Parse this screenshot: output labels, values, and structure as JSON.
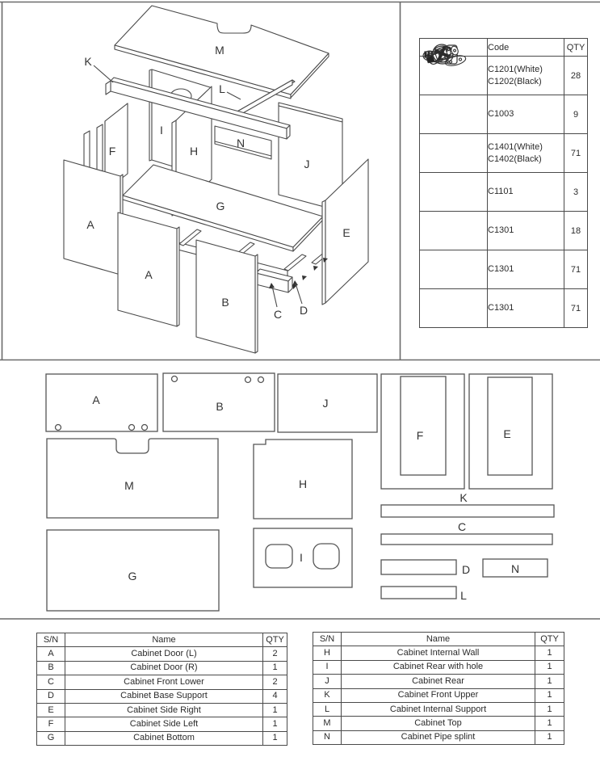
{
  "colors": {
    "line": "#4a4a4a",
    "text": "#333333",
    "background": "#ffffff"
  },
  "exploded": {
    "labels": [
      {
        "text": "M"
      },
      {
        "text": "K"
      },
      {
        "text": "L"
      },
      {
        "text": "I"
      },
      {
        "text": "F"
      },
      {
        "text": "H"
      },
      {
        "text": "N"
      },
      {
        "text": "J"
      },
      {
        "text": "G"
      },
      {
        "text": "A"
      },
      {
        "text": "A"
      },
      {
        "text": "B"
      },
      {
        "text": "C"
      },
      {
        "text": "D"
      },
      {
        "text": "E"
      }
    ]
  },
  "layout": {
    "labels": [
      {
        "text": "A"
      },
      {
        "text": "B"
      },
      {
        "text": "J"
      },
      {
        "text": "F"
      },
      {
        "text": "E"
      },
      {
        "text": "M"
      },
      {
        "text": "H"
      },
      {
        "text": "K"
      },
      {
        "text": "C"
      },
      {
        "text": "G"
      },
      {
        "text": "I"
      },
      {
        "text": "D"
      },
      {
        "text": "N"
      },
      {
        "text": "L"
      }
    ]
  },
  "hardware_table": {
    "headers": {
      "icon": "",
      "code": "Code",
      "qty": "QTY"
    },
    "rows": [
      {
        "icon": "bolt-screw-icon",
        "code1": "C1201(White)",
        "code2": "C1202(Black)",
        "qty": "28"
      },
      {
        "icon": "hinge-icon",
        "code1": "C1003",
        "code2": "",
        "qty": "9"
      },
      {
        "icon": "cover-cap-icon",
        "code1": "C1401(White)",
        "code2": "C1402(Black)",
        "qty": "71"
      },
      {
        "icon": "roller-pin-icon",
        "code1": "C1101",
        "code2": "",
        "qty": "3"
      },
      {
        "icon": "dowel-icon",
        "code1": "C1301",
        "code2": "",
        "qty": "18"
      },
      {
        "icon": "cam-bolt-icon",
        "code1": "C1301",
        "code2": "",
        "qty": "71"
      },
      {
        "icon": "cam-lock-icon",
        "code1": "C1301",
        "code2": "",
        "qty": "71"
      }
    ]
  },
  "parts_left": {
    "headers": {
      "sn": "S/N",
      "name": "Name",
      "qty": "QTY"
    },
    "rows": [
      {
        "sn": "A",
        "name": "Cabinet Door (L)",
        "qty": "2"
      },
      {
        "sn": "B",
        "name": "Cabinet Door (R)",
        "qty": "1"
      },
      {
        "sn": "C",
        "name": "Cabinet Front Lower",
        "qty": "2"
      },
      {
        "sn": "D",
        "name": "Cabinet Base Support",
        "qty": "4"
      },
      {
        "sn": "E",
        "name": "Cabinet Side Right",
        "qty": "1"
      },
      {
        "sn": "F",
        "name": "Cabinet Side Left",
        "qty": "1"
      },
      {
        "sn": "G",
        "name": "Cabinet Bottom",
        "qty": "1"
      }
    ]
  },
  "parts_right": {
    "headers": {
      "sn": "S/N",
      "name": "Name",
      "qty": "QTY"
    },
    "rows": [
      {
        "sn": "H",
        "name": "Cabinet Internal Wall",
        "qty": "1"
      },
      {
        "sn": "I",
        "name": "Cabinet Rear with hole",
        "qty": "1"
      },
      {
        "sn": "J",
        "name": "Cabinet Rear",
        "qty": "1"
      },
      {
        "sn": "K",
        "name": "Cabinet Front Upper",
        "qty": "1"
      },
      {
        "sn": "L",
        "name": "Cabinet Internal Support",
        "qty": "1"
      },
      {
        "sn": "M",
        "name": "Cabinet Top",
        "qty": "1"
      },
      {
        "sn": "N",
        "name": "Cabinet Pipe splint",
        "qty": "1"
      }
    ]
  }
}
